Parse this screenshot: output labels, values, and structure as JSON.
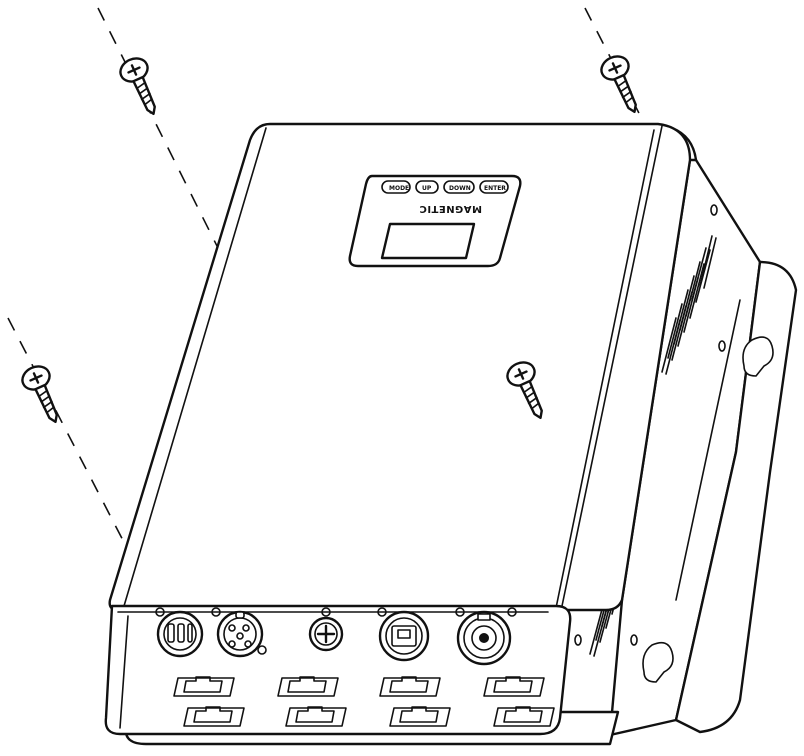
{
  "figure": {
    "brand_logo": "MAGNETIC",
    "control_buttons": [
      {
        "label": "MODE"
      },
      {
        "label": "UP"
      },
      {
        "label": "DOWN"
      },
      {
        "label": "ENTER"
      }
    ]
  },
  "colors": {
    "line": "#111111",
    "background": "#ffffff"
  }
}
